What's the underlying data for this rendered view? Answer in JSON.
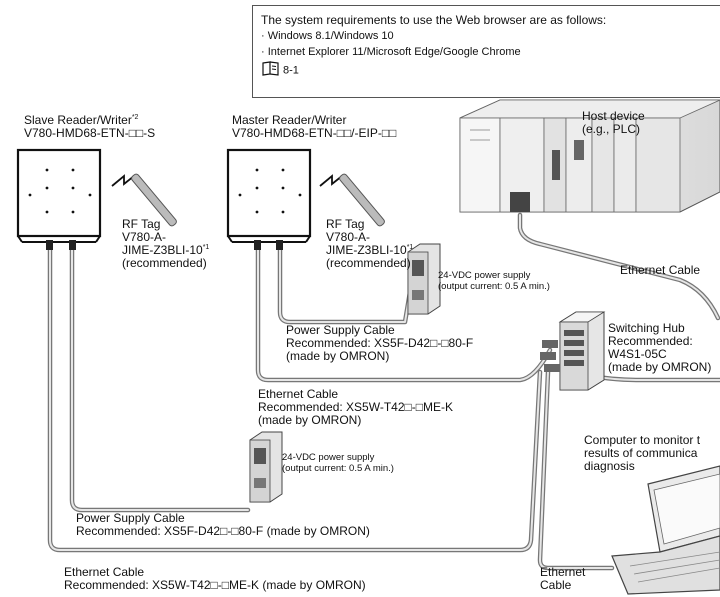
{
  "requirements": {
    "title": "The system requirements to use the Web browser are as follows:",
    "items": [
      "· Windows 8.1/Windows 10",
      "· Internet Explorer 11/Microsoft Edge/Google Chrome"
    ],
    "reference": "8-1"
  },
  "slave": {
    "title": "Slave Reader/Writer",
    "note": "*2",
    "model": "V780-HMD68-ETN-□□-S"
  },
  "master": {
    "title": "Master Reader/Writer",
    "model": "V780-HMD68-ETN-□□/-EIP-□□"
  },
  "tag_left": {
    "line1": "RF Tag",
    "line2": "V780-A-",
    "line3": "JIME-Z3BLI-10",
    "note": "*1",
    "line4": "(recommended)"
  },
  "tag_right": {
    "line1": "RF Tag",
    "line2": "V780-A-",
    "line3": "JIME-Z3BLI-10",
    "note": "*1",
    "line4": "(recommended)"
  },
  "host": {
    "line1": "Host device",
    "line2": "(e.g., PLC)"
  },
  "psu_top": {
    "line1": "24-VDC power supply",
    "line2": "(output current: 0.5 A min.)"
  },
  "psu_bottom": {
    "line1": "24-VDC power supply",
    "line2": "(output current: 0.5 A min.)"
  },
  "ethernet_right": "Ethernet Cable",
  "power_cable_master": {
    "line1": "Power Supply Cable",
    "line2": "Recommended: XS5F-D42□-□80-F",
    "line3": "(made by OMRON)"
  },
  "switch": {
    "line1": "Switching Hub",
    "line2": "Recommended:",
    "line3": "W4S1-05C",
    "line4": "(made by OMRON)"
  },
  "ethernet_master": {
    "line1": "Ethernet Cable",
    "line2": "Recommended: XS5W-T42□-□ME-K",
    "line3": "(made by OMRON)"
  },
  "computer": {
    "line1": "Computer to monitor t",
    "line2": "results of communica",
    "line3": "diagnosis"
  },
  "power_cable_slave": {
    "line1": "Power Supply Cable",
    "line2": "Recommended: XS5F-D42□-□80-F (made by OMRON)"
  },
  "ethernet_slave": {
    "line1": "Ethernet Cable",
    "line2": "Recommended: XS5W-T42□-□ME-K (made by OMRON)"
  },
  "ethernet_pc": {
    "line1": "Ethernet",
    "line2": "Cable"
  }
}
